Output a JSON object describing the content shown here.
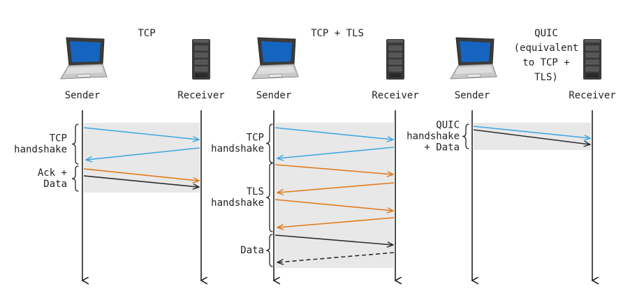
{
  "colors": {
    "tcp": "#3fa7e0",
    "tls": "#e07a1a",
    "data": "#2b2b2b",
    "band": "#e8e8e8",
    "screen": "#1565c0"
  },
  "icons": {
    "sender": "laptop-icon",
    "receiver": "server-icon"
  },
  "panels": [
    {
      "key": "tcp",
      "title": [
        "TCP"
      ],
      "sender": "Sender",
      "receiver": "Receiver",
      "phases": [
        {
          "label": [
            "TCP",
            "handshake"
          ],
          "messages": [
            {
              "dir": "right",
              "color": "tcp"
            },
            {
              "dir": "left",
              "color": "tcp"
            }
          ]
        },
        {
          "label": [
            "Ack +",
            "Data"
          ],
          "messages": [
            {
              "dir": "right",
              "color": "tls"
            },
            {
              "dir": "right",
              "color": "data"
            }
          ]
        }
      ]
    },
    {
      "key": "tcp-tls",
      "title": [
        "TCP + TLS"
      ],
      "sender": "Sender",
      "receiver": "Receiver",
      "phases": [
        {
          "label": [
            "TCP",
            "handshake"
          ],
          "messages": [
            {
              "dir": "right",
              "color": "tcp"
            },
            {
              "dir": "left",
              "color": "tcp"
            }
          ]
        },
        {
          "label": [
            "TLS",
            "handshake"
          ],
          "messages": [
            {
              "dir": "right",
              "color": "tls"
            },
            {
              "dir": "left",
              "color": "tls"
            },
            {
              "dir": "right",
              "color": "tls"
            },
            {
              "dir": "left",
              "color": "tls"
            }
          ]
        },
        {
          "label": [
            "Data"
          ],
          "messages": [
            {
              "dir": "right",
              "color": "data"
            },
            {
              "dir": "left",
              "color": "data",
              "dashed": true
            }
          ]
        }
      ]
    },
    {
      "key": "quic",
      "title": [
        "QUIC",
        "(equivalent",
        "to TCP +",
        "TLS)"
      ],
      "sender": "Sender",
      "receiver": "Receiver",
      "phases": [
        {
          "label": [
            "QUIC",
            "handshake",
            "+ Data"
          ],
          "messages": [
            {
              "dir": "right",
              "color": "tcp"
            },
            {
              "dir": "right",
              "color": "data"
            }
          ]
        }
      ]
    }
  ]
}
